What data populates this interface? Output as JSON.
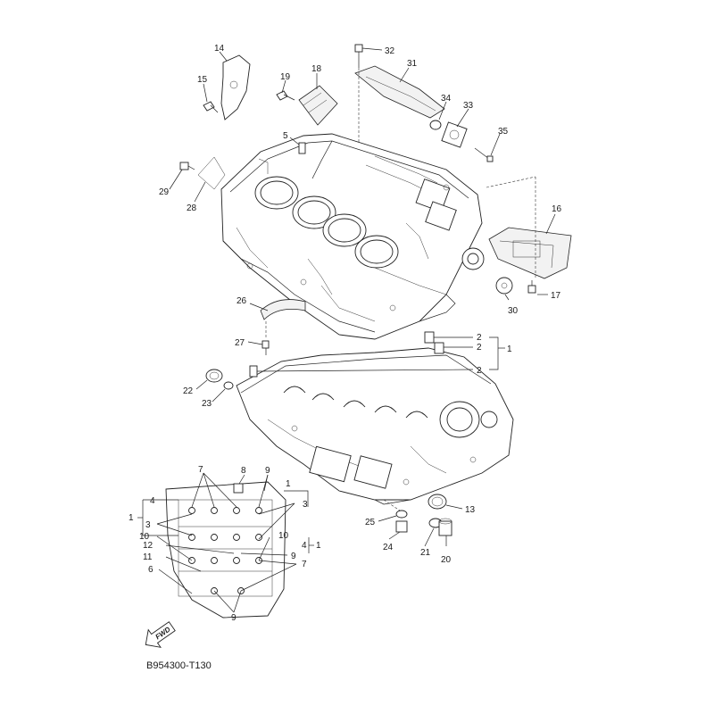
{
  "diagram": {
    "caption": "B954300-T130",
    "fwd_label": "FWD",
    "callouts": [
      {
        "id": "c14",
        "text": "14"
      },
      {
        "id": "c15",
        "text": "15"
      },
      {
        "id": "c19",
        "text": "19"
      },
      {
        "id": "c18",
        "text": "18"
      },
      {
        "id": "c32",
        "text": "32"
      },
      {
        "id": "c31",
        "text": "31"
      },
      {
        "id": "c34",
        "text": "34"
      },
      {
        "id": "c33",
        "text": "33"
      },
      {
        "id": "c35",
        "text": "35"
      },
      {
        "id": "c5",
        "text": "5"
      },
      {
        "id": "c29",
        "text": "29"
      },
      {
        "id": "c28",
        "text": "28"
      },
      {
        "id": "c16",
        "text": "16"
      },
      {
        "id": "c17",
        "text": "17"
      },
      {
        "id": "c30",
        "text": "30"
      },
      {
        "id": "c26",
        "text": "26"
      },
      {
        "id": "c27",
        "text": "27"
      },
      {
        "id": "c2a",
        "text": "2"
      },
      {
        "id": "c2b",
        "text": "2"
      },
      {
        "id": "c2c",
        "text": "2"
      },
      {
        "id": "c1",
        "text": "1"
      },
      {
        "id": "c22",
        "text": "22"
      },
      {
        "id": "c23",
        "text": "23"
      },
      {
        "id": "c13",
        "text": "13"
      },
      {
        "id": "c25",
        "text": "25"
      },
      {
        "id": "c24",
        "text": "24"
      },
      {
        "id": "c21",
        "text": "21"
      },
      {
        "id": "c20",
        "text": "20"
      },
      {
        "id": "i7a",
        "text": "7"
      },
      {
        "id": "i8",
        "text": "8"
      },
      {
        "id": "i9a",
        "text": "9"
      },
      {
        "id": "i1a",
        "text": "1"
      },
      {
        "id": "i4a",
        "text": "4"
      },
      {
        "id": "i1b",
        "text": "1"
      },
      {
        "id": "i3a",
        "text": "3"
      },
      {
        "id": "i3b",
        "text": "3"
      },
      {
        "id": "i10a",
        "text": "10"
      },
      {
        "id": "i12",
        "text": "12"
      },
      {
        "id": "i11",
        "text": "11"
      },
      {
        "id": "i6",
        "text": "6"
      },
      {
        "id": "i10b",
        "text": "10"
      },
      {
        "id": "i4b",
        "text": "4"
      },
      {
        "id": "i1c",
        "text": "1"
      },
      {
        "id": "i9b",
        "text": "9"
      },
      {
        "id": "i7b",
        "text": "7"
      },
      {
        "id": "i9c",
        "text": "9"
      }
    ]
  }
}
